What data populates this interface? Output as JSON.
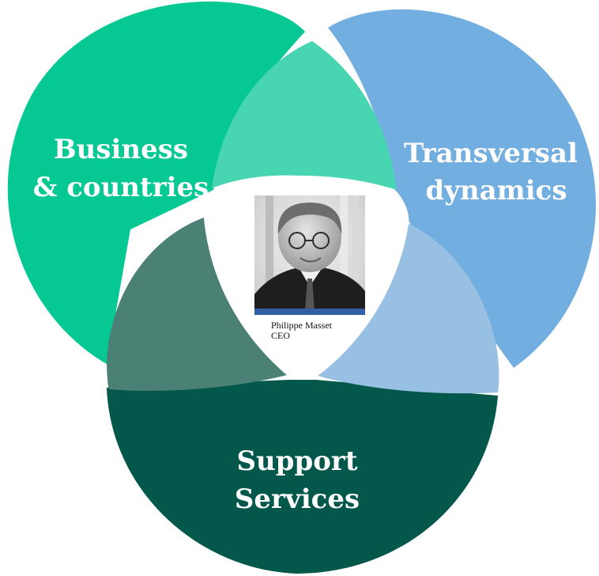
{
  "diagram": {
    "circles": [
      {
        "id": "business",
        "lines": [
          "Business",
          "& countries"
        ],
        "color": "#05c893"
      },
      {
        "id": "transversal",
        "lines": [
          "Transversal",
          "dynamics"
        ],
        "color": "#72aedf"
      },
      {
        "id": "support",
        "lines": [
          "Support",
          "Services"
        ],
        "color": "#03584b"
      }
    ],
    "overlaps": {
      "business_transversal": "#48d5b1",
      "business_support": "#4b8074",
      "transversal_support": "#97c0e2"
    },
    "center": {
      "name": "Philippe Masset",
      "role": "CEO",
      "photo_band_color": "#2f5fa2"
    }
  }
}
